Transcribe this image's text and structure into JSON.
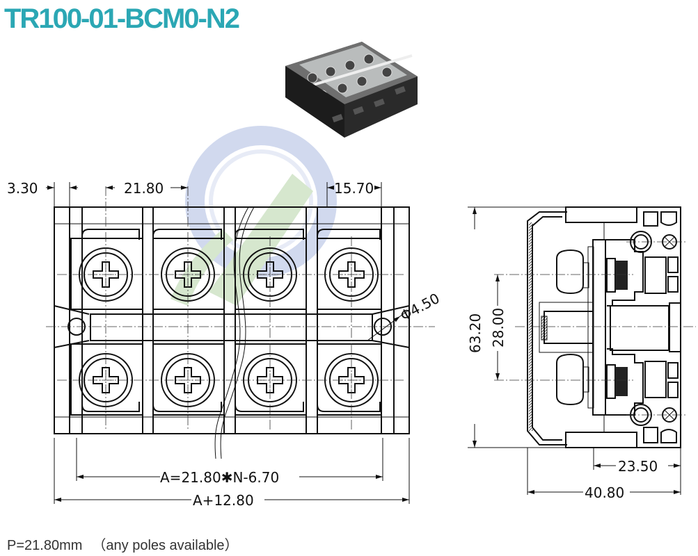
{
  "title": "TR100-01-BCM0-N2",
  "title_color": "#2ba7b4",
  "product_photo": {
    "label": "terminal-block-photo",
    "poles": 4
  },
  "front_view": {
    "poles": 4,
    "rows": 2,
    "dimensions": {
      "edge_offset": "3.30",
      "pitch": "21.80",
      "end_width": "15.70",
      "mounting_hole": "Φ4.50",
      "hole_spacing_formula": "A=21.80✱N-6.70",
      "overall_length_formula": "A+12.80"
    }
  },
  "side_view": {
    "dimensions": {
      "overall_height": "63.20",
      "screw_spacing": "28.00",
      "base_to_rail": "23.50",
      "overall_depth": "40.80"
    }
  },
  "footnote": {
    "pitch": "P=21.80mm",
    "note": "（any poles available）"
  },
  "watermark": {
    "ring_color": "#c9d3ec",
    "leaf_color": "#cfe3c6"
  }
}
